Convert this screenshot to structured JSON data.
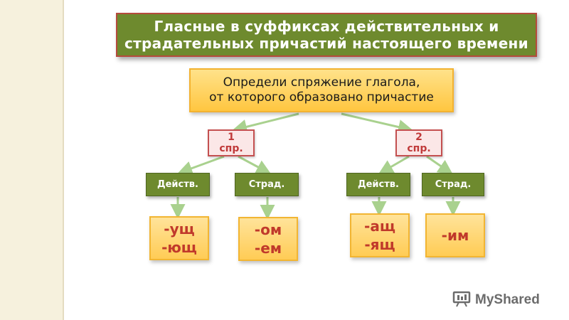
{
  "title": {
    "line1": "Гласные в суффиксах действительных и",
    "line2": "страдательных причастий настоящего времени"
  },
  "hint": {
    "line1": "Определи спряжение глагола,",
    "line2": "от которого образовано причастие"
  },
  "conjugations": [
    {
      "number": "1",
      "abbr": "спр."
    },
    {
      "number": "2",
      "abbr": "спр."
    }
  ],
  "types": {
    "active": "Действ.",
    "passive": "Страд."
  },
  "suffixes": {
    "first_active": [
      "-ущ",
      "-ющ"
    ],
    "first_passive": [
      "-ом",
      "-ем"
    ],
    "second_active": [
      "-ащ",
      "-ящ"
    ],
    "second_passive": [
      "-им"
    ]
  },
  "watermark": {
    "text": "MyShared",
    "icon": "presentation-board-icon"
  },
  "colors": {
    "green": "#6e8a2e",
    "red_border": "#c45050",
    "orange": "#ffc640",
    "suffix_red": "#c0392b"
  }
}
